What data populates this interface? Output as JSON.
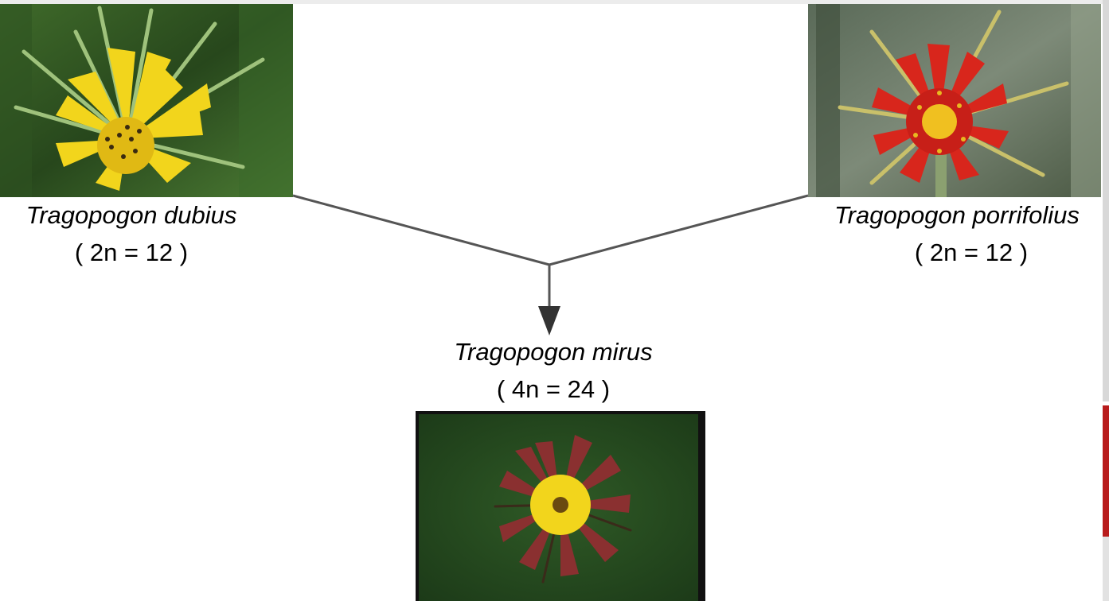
{
  "parents": [
    {
      "id": "dubius",
      "name": "Tragopogon dubius",
      "chromosomes": "( 2n = 12 )",
      "flower_color": "#f2d51c"
    },
    {
      "id": "porrifolius",
      "name": "Tragopogon porrifolius",
      "chromosomes": "( 2n = 12 )",
      "flower_color": "#d8261c"
    }
  ],
  "hybrid": {
    "id": "mirus",
    "name": "Tragopogon mirus",
    "chromosomes": "( 4n = 24 )",
    "flower_color": "#8a3030"
  },
  "colors": {
    "line": "#555555",
    "background": "#ffffff",
    "text": "#000000"
  }
}
